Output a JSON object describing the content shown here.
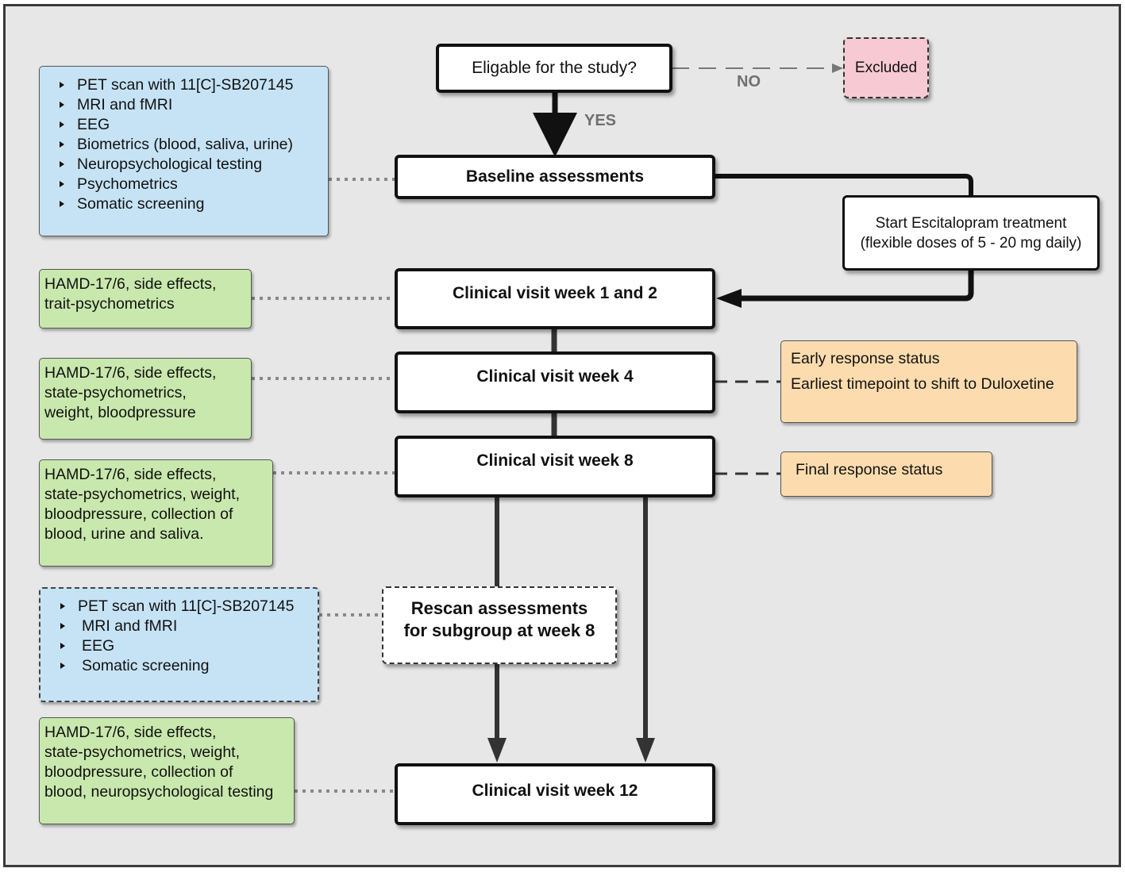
{
  "flow": {
    "eligible": "Eligable for the study?",
    "excluded": "Excluded",
    "no_label": "NO",
    "yes_label": "YES",
    "baseline": "Baseline assessments",
    "treatment": [
      "Start Escitalopram treatment",
      "(flexible doses of 5 - 20 mg daily)"
    ],
    "visit_1_2": "Clinical visit week 1 and 2",
    "visit_4": "Clinical visit week 4",
    "visit_8": "Clinical visit week 8",
    "rescan": [
      "Rescan assessments",
      "for subgroup at week 8"
    ],
    "visit_12": "Clinical visit week 12"
  },
  "notes": {
    "baseline_items": [
      "PET scan with 11[C]-SB207145",
      "MRI and fMRI",
      "EEG",
      "Biometrics (blood, saliva, urine)",
      "Neuropsychological testing",
      "Psychometrics",
      "Somatic screening"
    ],
    "week_1_2": [
      "HAMD-17/6, side effects,",
      "trait-psychometrics"
    ],
    "week_4": [
      "HAMD-17/6, side effects,",
      "state-psychometrics,",
      "weight, bloodpressure"
    ],
    "week_8": [
      "HAMD-17/6, side effects,",
      "state-psychometrics, weight,",
      "bloodpressure, collection of",
      "blood, urine and saliva."
    ],
    "rescan_items": [
      "PET scan with 11[C]-SB207145",
      "MRI and fMRI",
      "EEG",
      "Somatic screening"
    ],
    "week_12": [
      "HAMD-17/6, side effects,",
      "state-psychometrics, weight,",
      "bloodpressure, collection of",
      "blood, neuropsychological testing"
    ],
    "week_4_status": [
      "Early response status",
      "Earliest timepoint to shift to Duloxetine"
    ],
    "week_8_status": [
      "Final response status"
    ]
  },
  "colors": {
    "assessment_blue": "#c6e3f5",
    "clinical_green": "#c9e8ad",
    "status_orange": "#fcdcae",
    "excluded_pink": "#f6c9d3",
    "background": "#e7e7e7"
  }
}
